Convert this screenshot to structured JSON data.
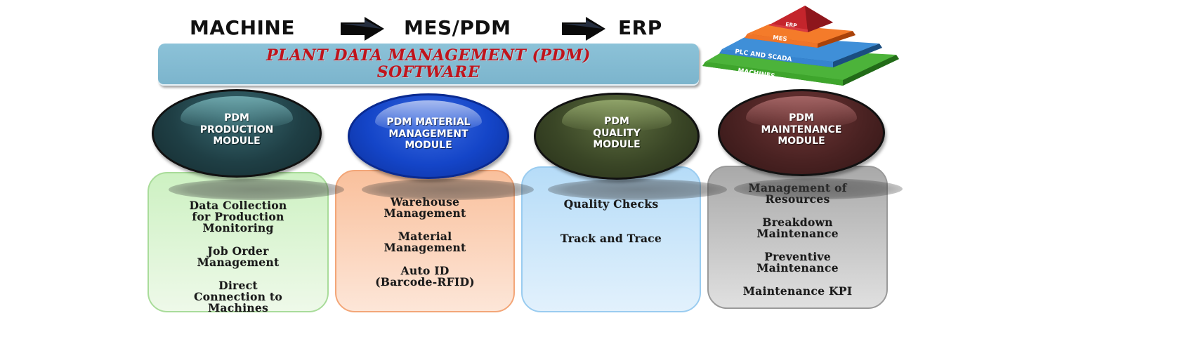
{
  "flow": {
    "steps": [
      "MACHINE",
      "MES/PDM",
      "ERP"
    ],
    "arrow_icon": "right-arrow-icon"
  },
  "banner": {
    "line1": "PLANT DATA MANAGEMENT  (PDM)",
    "line2": "SOFTWARE"
  },
  "pyramid": {
    "levels": [
      {
        "label": "ERP",
        "color": "#b81f27"
      },
      {
        "label": "MES",
        "color": "#e8661e"
      },
      {
        "label": "PLC AND SCADA",
        "color": "#2f7ec6"
      },
      {
        "label": "MACHINES",
        "color": "#3e9a2d"
      }
    ]
  },
  "modules": [
    {
      "title_lines": [
        "PDM",
        "PRODUCTION",
        "MODULE"
      ],
      "circle_color": "#1f3d42",
      "card_color": "#d6f5cc",
      "card_border": "#9fd68f",
      "items": [
        [
          "Data Collection",
          "for Production",
          "Monitoring"
        ],
        [
          "Job Order",
          "Management"
        ],
        [
          "Direct",
          "Connection  to",
          "Machines"
        ]
      ]
    },
    {
      "title_lines": [
        "PDM  MATERIAL",
        "MANAGEMENT",
        "MODULE"
      ],
      "circle_color": "#1240b8",
      "card_color": "#fbcaa9",
      "card_border": "#f2a072",
      "items": [
        [
          "Warehouse",
          "Management"
        ],
        [
          "Material",
          "Management"
        ],
        [
          "Auto ID",
          "(Barcode-RFID)"
        ]
      ]
    },
    {
      "title_lines": [
        "PDM",
        "QUALITY",
        "MODULE"
      ],
      "circle_color": "#3a4626",
      "card_color": "#bfdff8",
      "card_border": "#92c6ee",
      "items": [
        [
          "Quality Checks"
        ],
        [
          "Track and Trace"
        ]
      ]
    },
    {
      "title_lines": [
        "PDM",
        "MAINTENANCE",
        "MODULE"
      ],
      "circle_color": "#4a2222",
      "card_color": "#b5b5b5",
      "card_border": "#a0a0a0",
      "items": [
        [
          "Management  of",
          "Resources"
        ],
        [
          "Breakdown",
          "Maintenance"
        ],
        [
          "Preventive",
          "Maintenance"
        ],
        [
          "Maintenance  KPI"
        ]
      ]
    }
  ]
}
